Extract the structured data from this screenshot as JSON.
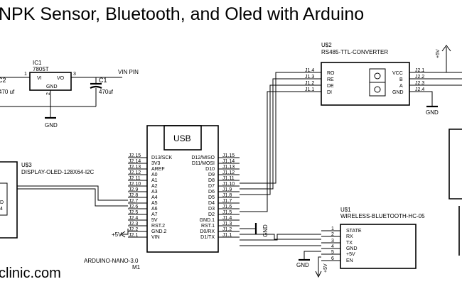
{
  "title": "NPK Sensor, Bluetooth, and Oled with Arduino",
  "footer_text": "clinic.com",
  "regulator": {
    "ref": "IC1",
    "part": "7805T",
    "pin_vi": "VI",
    "pin_vo": "VO",
    "pin_gnd": "GND",
    "pin1": "1",
    "pin2": "2",
    "pin3": "3",
    "c2_ref": "C2",
    "c2_val": "470 uf",
    "c1_ref": "C1",
    "c1_val": "470uf",
    "vin_label": "VIN PIN",
    "gnd_label": "GND"
  },
  "rs485": {
    "ref": "U$2",
    "part": "RS485-TTL-CONVERTER",
    "left_pins": [
      "RO",
      "RE",
      "DE",
      "DI"
    ],
    "left_nums": [
      "J1.4",
      "J1.3",
      "J1.2",
      "J1.1"
    ],
    "right_pins": [
      "VCC",
      "B",
      "A",
      "GND"
    ],
    "right_nums": [
      "J2.1",
      "J2.2",
      "J2.3",
      "J2.4"
    ],
    "vcc_label": "+5V",
    "gnd_label": "GND"
  },
  "arduino": {
    "usb_label": "USB",
    "ref": "M1",
    "part": "ARDUINO-NANO-3.0",
    "left_pins": [
      "D13/SCK",
      "3V3",
      "AREF",
      "A0",
      "A1",
      "A2",
      "A3",
      "A4",
      "A5",
      "A6",
      "A7",
      "5V",
      "RST.2",
      "GND.2",
      "VIN"
    ],
    "left_nums": [
      "J2.15",
      "J2.14",
      "J2.13",
      "J2.12",
      "J2.11",
      "J2.10",
      "J2.9",
      "J2.8",
      "J2.7",
      "J2.6",
      "J2.5",
      "J2.4",
      "J2.3",
      "J2.2",
      "J2.1"
    ],
    "right_pins": [
      "D12/MISO",
      "D11/MOSI",
      "D10",
      "D9",
      "D8",
      "D7",
      "D6",
      "D5",
      "D4",
      "D3",
      "D2",
      "GND.1",
      "RST.1",
      "D0/RX",
      "D1/TX"
    ],
    "right_nums": [
      "J1.15",
      "J1.14",
      "J1.13",
      "J1.12",
      "J1.11",
      "J1.10",
      "J1.9",
      "J1.8",
      "J1.7",
      "J1.6",
      "J1.5",
      "J1.4",
      "J1.3",
      "J1.2",
      "J1.1"
    ],
    "v5_label": "+5V",
    "gnd_label": "GND"
  },
  "oled": {
    "ref": "U$3",
    "part": "DISPLAY-OLED-128X64-I2C",
    "partial1": "D",
    "partial2": "4"
  },
  "bluetooth": {
    "ref": "U$1",
    "part": "WIRELESS-BLUETOOTH-HC-05",
    "pins": [
      "STATE",
      "RX",
      "TX",
      "GND",
      "+5V",
      "EN"
    ],
    "nums": [
      "1",
      "2",
      "3",
      "4",
      "5",
      "6"
    ],
    "gnd_label": "GND",
    "v5_label": "+5V"
  }
}
